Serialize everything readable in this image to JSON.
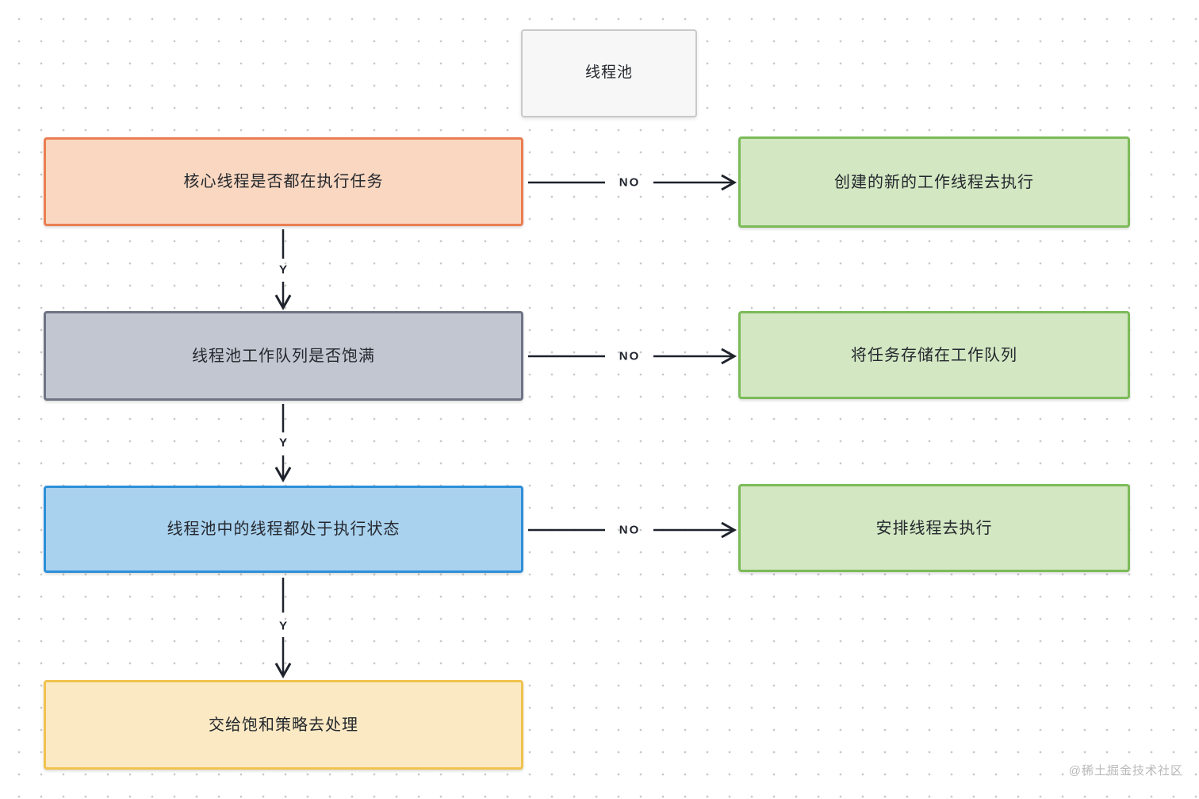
{
  "diagram": {
    "title_node": {
      "label": "线程池"
    },
    "decision_nodes": [
      {
        "id": "core-threads-check",
        "label": "核心线程是否都在执行任务",
        "fill": "#f9d7c0",
        "border": "#ea7e52"
      },
      {
        "id": "work-queue-check",
        "label": "线程池工作队列是否饱满",
        "fill": "#c2c6d0",
        "border": "#6e7484"
      },
      {
        "id": "threads-busy-check",
        "label": "线程池中的线程都处于执行状态",
        "fill": "#a9d2ef",
        "border": "#2d8fd8"
      },
      {
        "id": "saturation-policy",
        "label": "交给饱和策略去处理",
        "fill": "#fae9c3",
        "border": "#f0c24e"
      }
    ],
    "result_nodes": [
      {
        "id": "create-new-worker",
        "label": "创建的新的工作线程去执行",
        "fill": "#d2e7c2",
        "border": "#7cbb59"
      },
      {
        "id": "store-task-in-queue",
        "label": "将任务存储在工作队列",
        "fill": "#d2e7c2",
        "border": "#7cbb59"
      },
      {
        "id": "schedule-thread",
        "label": "安排线程去执行",
        "fill": "#d2e7c2",
        "border": "#7cbb59"
      }
    ],
    "edge_labels": {
      "no": "NO",
      "yes": "Y"
    },
    "arrow_color": "#1e222b",
    "title_fill": "#f7f7f7",
    "title_border": "#c9c9c9"
  },
  "watermark": {
    "text": "@稀土掘金技术社区"
  }
}
